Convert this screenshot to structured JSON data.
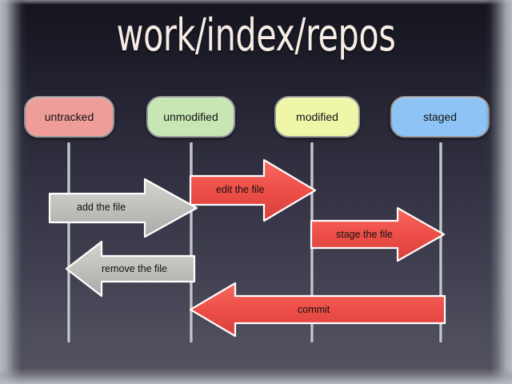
{
  "slide": {
    "title": "work/index/repos",
    "background_top_color": "#15151f",
    "background_bottom_color": "#55555f",
    "title_color": "#f7ece6"
  },
  "states": [
    {
      "id": "untracked",
      "label": "untracked",
      "color": "#ee9d99",
      "border": "#9a9a9a"
    },
    {
      "id": "unmodified",
      "label": "unmodified",
      "color": "#c7e6b4",
      "border": "#9a9a9a"
    },
    {
      "id": "modified",
      "label": "modified",
      "color": "#eff6a8",
      "border": "#9a9a9a"
    },
    {
      "id": "staged",
      "label": "staged",
      "color": "#8ec4f5",
      "border": "#9a9a9a"
    }
  ],
  "transitions": [
    {
      "id": "add-the-file",
      "label": "add the file",
      "from": "untracked",
      "to": "unmodified",
      "direction": "right",
      "color": "#bdbdba"
    },
    {
      "id": "edit-the-file",
      "label": "edit the file",
      "from": "unmodified",
      "to": "modified",
      "direction": "right",
      "color": "#ef4d4d"
    },
    {
      "id": "stage-the-file",
      "label": "stage the file",
      "from": "modified",
      "to": "staged",
      "direction": "right",
      "color": "#ef4d4d"
    },
    {
      "id": "remove-the-file",
      "label": "remove the file",
      "from": "unmodified",
      "to": "untracked",
      "direction": "left",
      "color": "#bdbdba"
    },
    {
      "id": "commit",
      "label": "commit",
      "from": "staged",
      "to": "unmodified",
      "direction": "left",
      "color": "#ef4d4d"
    }
  ],
  "diagram": {
    "type": "state-transition",
    "lifeline_color": "#cfd1d6"
  }
}
